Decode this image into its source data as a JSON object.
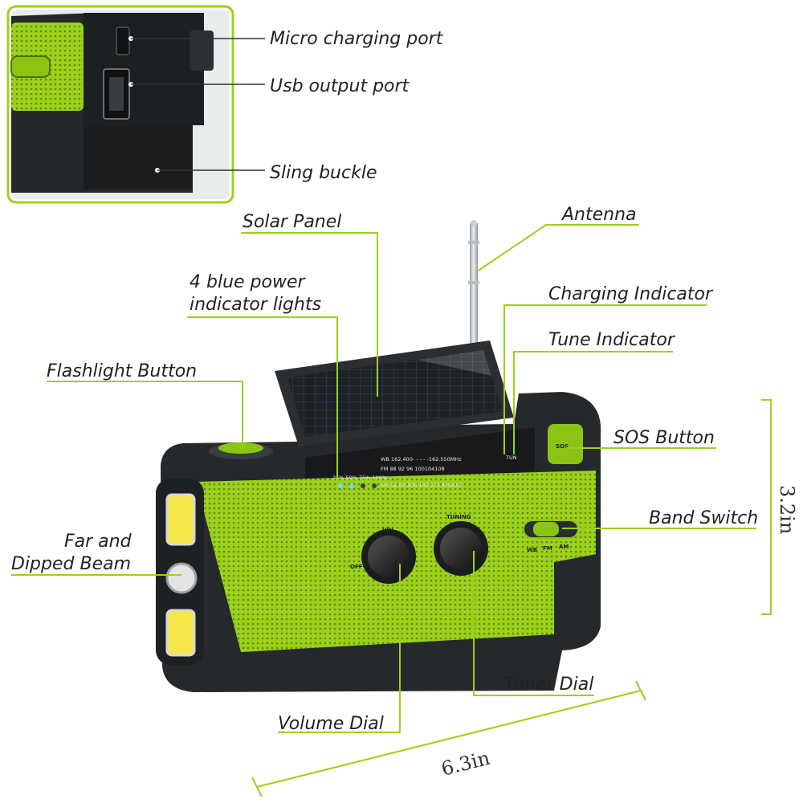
{
  "accent_color": "#9bd11c",
  "body_color": "#2a2d2f",
  "inset": {
    "labels": {
      "micro_port": "Micro charging port",
      "usb_port": "Usb output port",
      "sling": "Sling buckle"
    }
  },
  "callouts": {
    "solar": "Solar Panel",
    "antenna": "Antenna",
    "power_lights_1": "4 blue power",
    "power_lights_2": "indicator lights",
    "charging": "Charging Indicator",
    "tune": "Tune Indicator",
    "flashlight": "Flashlight Button",
    "sos": "SOS Button",
    "band": "Band Switch",
    "beam_1": "Far and",
    "beam_2": "Dipped Beam",
    "tuner": "Tuner Dial",
    "volume": "Volume Dial"
  },
  "dimensions": {
    "height": "3.2in",
    "width": "6.3in"
  },
  "device_text": {
    "wb": "WB 162.400- - - - -162.550MHz",
    "fm": "FM   88   92   96 100104108",
    "am": "AM   52   80  100   140  171 KHzx10",
    "levels": "25% 50% 75% 100%",
    "tun": "TUN",
    "vol": "VOL",
    "off": "OFF",
    "tuning": "TUNING",
    "sos_key": "SOS",
    "band_wb": "WB",
    "band_fm": "FM",
    "band_am": "AM"
  }
}
